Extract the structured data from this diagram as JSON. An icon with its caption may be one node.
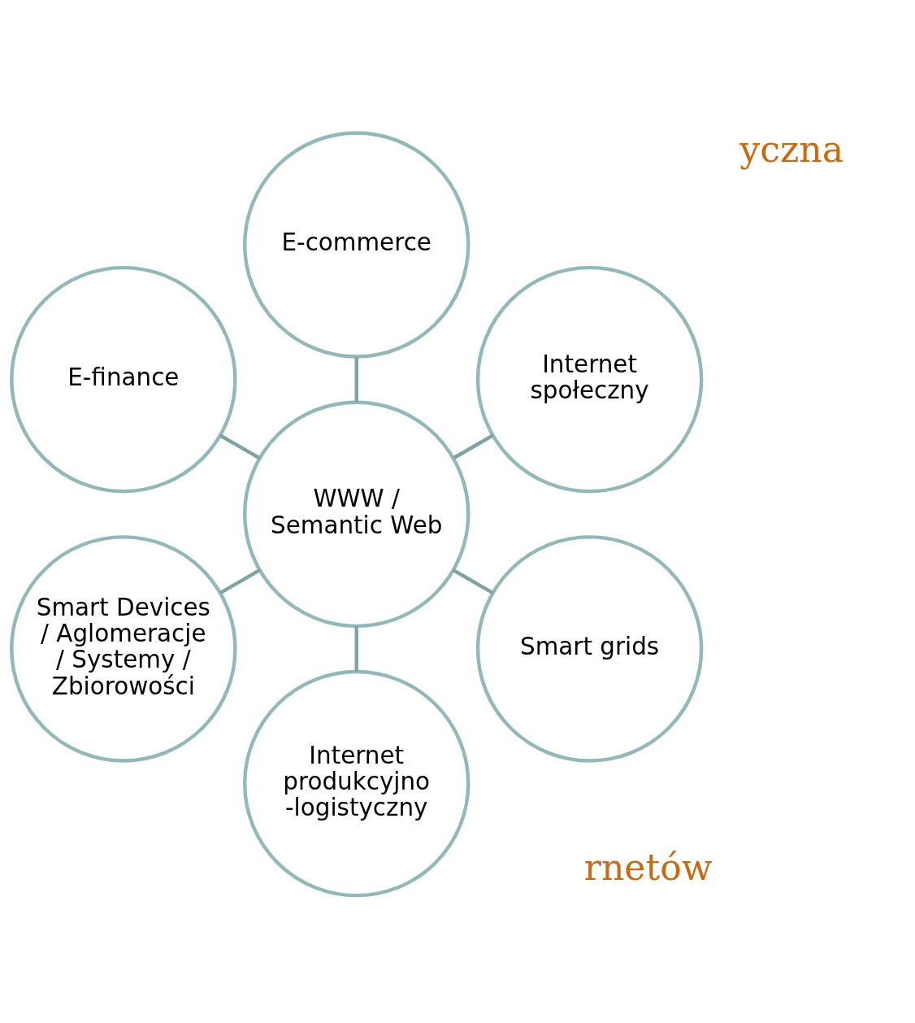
{
  "diagram": {
    "nodes": [
      {
        "text": [
          "WWW / Semantic Web"
        ]
      },
      {
        "text": [
          "Internet społeczny"
        ]
      },
      {
        "text": [
          "E-commerce"
        ]
      },
      {
        "text": [
          "E-finance"
        ]
      },
      {
        "text": [
          "Smart Devices / Aglomeracje / Systemy / Zbiorowości"
        ]
      },
      {
        "text": [
          "Internet produkcyjno -logistyczny"
        ]
      },
      {
        "text": [
          "Smart grids"
        ]
      }
    ],
    "edges": [
      {
        "from": 0,
        "to": 1,
        "arrow": "none"
      },
      {
        "from": 0,
        "to": 2,
        "arrow": "none"
      },
      {
        "from": 0,
        "to": 3,
        "arrow": "none"
      },
      {
        "from": 0,
        "to": 4,
        "arrow": "none"
      },
      {
        "from": 0,
        "to": 5,
        "arrow": "none"
      },
      {
        "from": 0,
        "to": 6,
        "arrow": "none"
      }
    ],
    "labels": [
      "yczna",
      "rnetów"
    ]
  }
}
